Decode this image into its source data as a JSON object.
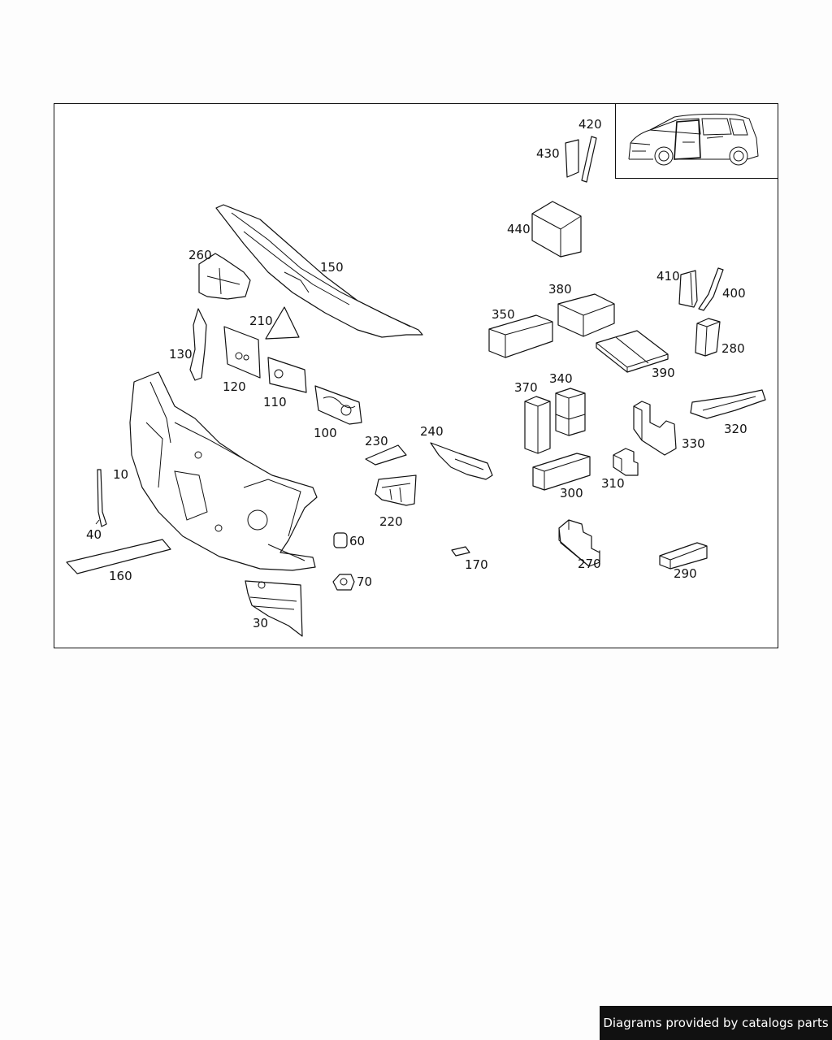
{
  "labels": {
    "p10": "10",
    "p30": "30",
    "p40": "40",
    "p60": "60",
    "p70": "70",
    "p100": "100",
    "p110": "110",
    "p120": "120",
    "p130": "130",
    "p150": "150",
    "p160": "160",
    "p170": "170",
    "p210": "210",
    "p220": "220",
    "p230": "230",
    "p240": "240",
    "p260": "260",
    "p270": "270",
    "p280": "280",
    "p290": "290",
    "p300": "300",
    "p310": "310",
    "p320": "320",
    "p330": "330",
    "p340": "340",
    "p350": "350",
    "p370": "370",
    "p380": "380",
    "p390": "390",
    "p400": "400",
    "p410": "410",
    "p420": "420",
    "p430": "430",
    "p440": "440"
  },
  "footer": {
    "text": "Diagrams provided by catalogs parts"
  },
  "colors": {
    "line": "#111111",
    "background": "#fdfdfd",
    "banner": "#111111",
    "banner_text": "#ffffff"
  }
}
